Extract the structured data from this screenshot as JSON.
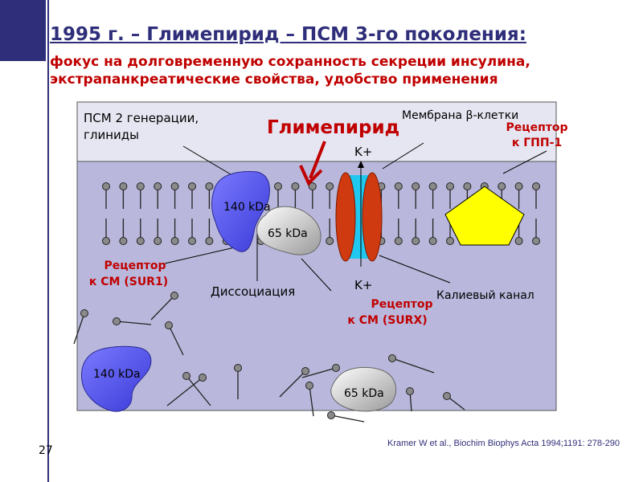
{
  "slide": {
    "title": "1995 г. – Глимепирид – ПСМ 3-го поколения:",
    "subtitle_line1": "фокус на долговременную сохранность секреции инсулина,",
    "subtitle_line2": "экстрапанкреатические  свойства, удобство применения",
    "page_number": "27",
    "citation": "Kramer W et al., Biochim Biophys Acta 1994;1191: 278-290"
  },
  "diagram": {
    "psm_label_line1": "ПСМ 2 генерации,",
    "psm_label_line2": "глиниды",
    "glimepiride_label": "Глимепирид",
    "membrane_label": "Мембрана β-клетки",
    "glp1_label_line1": "Рецептор",
    "glp1_label_line2": "к ГПП-1",
    "k_top": "K+",
    "k_bottom": "K+",
    "protein_140_top": "140 kDa",
    "protein_65_top": "65 kDa",
    "protein_140_bottom": "140 kDa",
    "protein_65_bottom": "65 kDa",
    "sur1_line1": "Рецептор",
    "sur1_line2": "к СМ (SUR1)",
    "dissociation": "Диссоциация",
    "surx_line1": "Рецептор",
    "surx_line2": "к СМ (SURX)",
    "k_channel": "Калиевый канал"
  },
  "colors": {
    "title": "#2f2e7a",
    "subtitle": "#c00000",
    "upper_box": "#e6e6f2",
    "cell_area": "#b9b8dc",
    "protein_140": "#5a5af0",
    "protein_65": "#c8c8c8",
    "channel": "#d03a10",
    "pore": "#20c8f0",
    "glp1_receptor": "#ffff00"
  }
}
